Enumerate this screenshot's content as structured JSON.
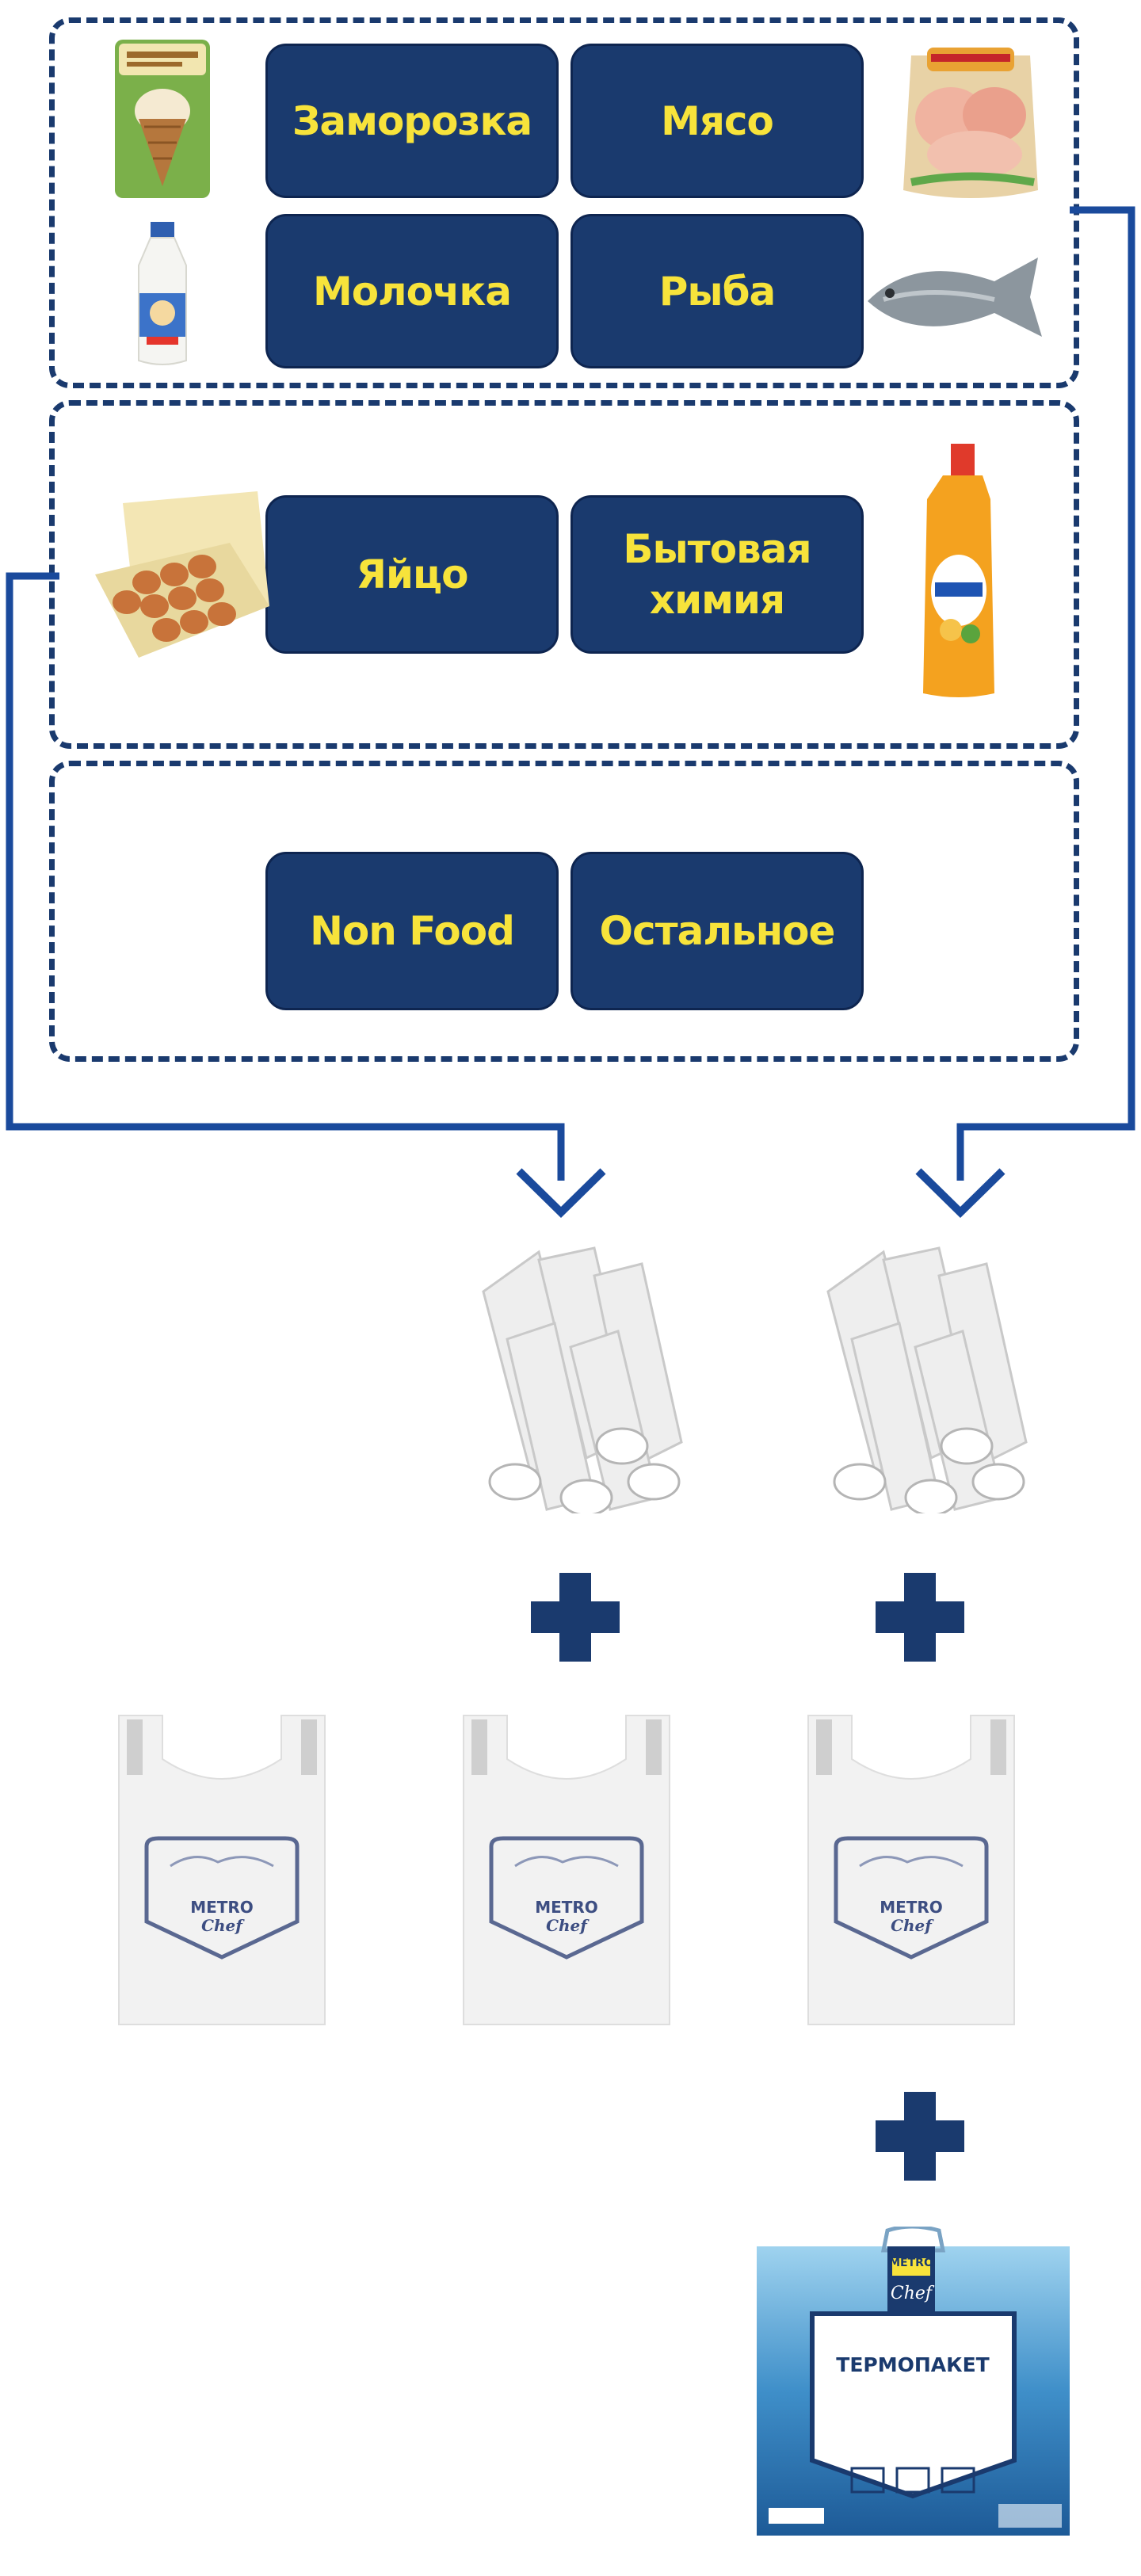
{
  "groups": [
    {
      "categories": [
        "Заморозка",
        "Мясо",
        "Молочка",
        "Рыба"
      ]
    },
    {
      "categories": [
        "Яйцо",
        "Бытовая\nхимия"
      ]
    },
    {
      "categories": [
        "Non Food",
        "Остальное"
      ]
    }
  ],
  "bag": {
    "brand": "METRO",
    "sub": "Chef"
  },
  "thermo": {
    "brand": "METRO",
    "sub": "Chef",
    "title": "ТЕРМОПАКЕТ"
  },
  "colors": {
    "primary": "#1a3a6e",
    "label": "#f7e33b"
  },
  "icons": {
    "arrows": "chevron-down-icon",
    "plus": "plus-icon"
  }
}
